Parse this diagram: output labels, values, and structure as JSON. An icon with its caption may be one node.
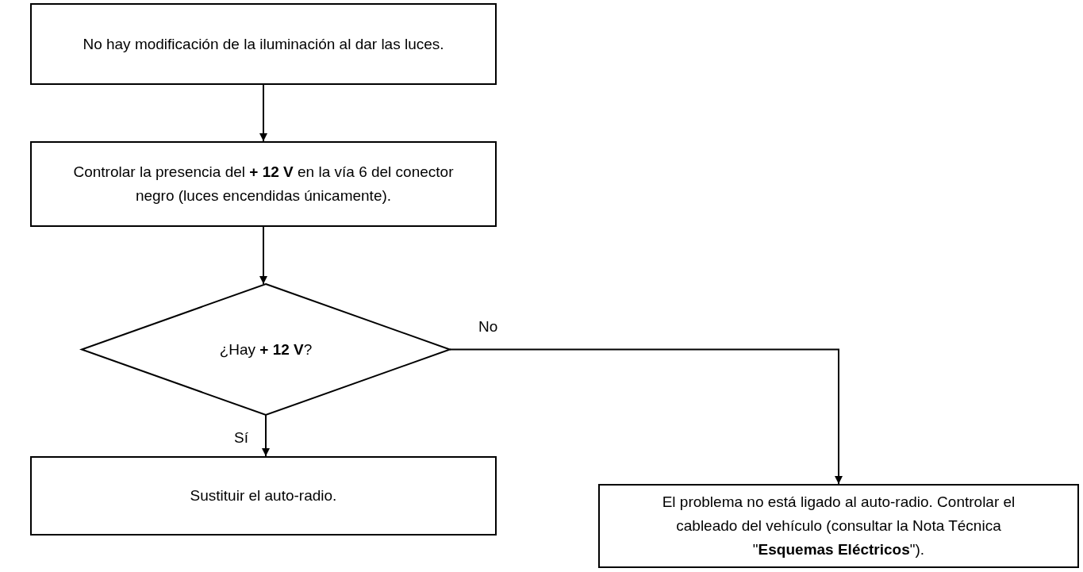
{
  "diagram": {
    "nodes": [
      {
        "text": [
          "No hay modificación de la iluminación al dar las luces."
        ]
      },
      {
        "text": [
          "Controlar la presencia del **+ 12 V** en la vía 6 del conector negro (luces encendidas únicamente)."
        ]
      },
      {
        "text": [
          "¿Hay **+ 12 V**?"
        ]
      },
      {
        "text": [
          "Sustituir el auto-radio."
        ]
      },
      {
        "text": [
          "El problema no está ligado al auto-radio. Controlar el cableado del vehículo (consultar la Nota Técnica \"**Esquemas Eléctricos**\")."
        ]
      }
    ],
    "edges": [
      {
        "from": 0,
        "to": 1,
        "arrow": "to"
      },
      {
        "from": 1,
        "to": 2,
        "arrow": "to"
      },
      {
        "from": 2,
        "to": 3,
        "arrow": "to",
        "label": "Sí"
      },
      {
        "from": 2,
        "to": 4,
        "arrow": "to",
        "label": "No"
      }
    ]
  }
}
